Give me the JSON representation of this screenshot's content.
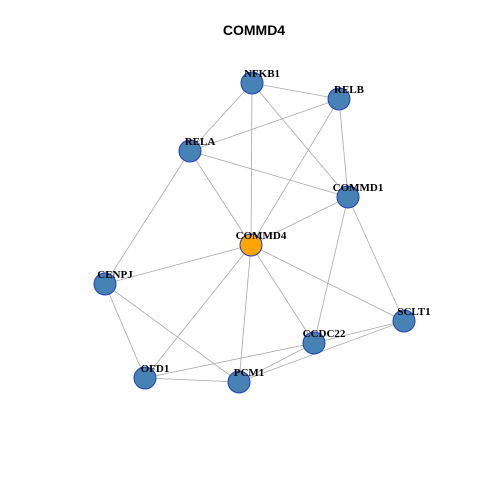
{
  "title": "COMMD4",
  "colors": {
    "center_node": "#FFA500",
    "other_node": "#4682B4",
    "node_border": "#1F3FBF",
    "edge": "#A9A9A9"
  },
  "nodes": [
    {
      "id": "NFKB1",
      "label": "NFKB1",
      "type": "other"
    },
    {
      "id": "RELB",
      "label": "RELB",
      "type": "other"
    },
    {
      "id": "RELA",
      "label": "RELA",
      "type": "other"
    },
    {
      "id": "COMMD1",
      "label": "COMMD1",
      "type": "other"
    },
    {
      "id": "COMMD4",
      "label": "COMMD4",
      "type": "center"
    },
    {
      "id": "CENPJ",
      "label": "CENPJ",
      "type": "other"
    },
    {
      "id": "SCLT1",
      "label": "SCLT1",
      "type": "other"
    },
    {
      "id": "CCDC22",
      "label": "CCDC22",
      "type": "other"
    },
    {
      "id": "OFD1",
      "label": "OFD1",
      "type": "other"
    },
    {
      "id": "PCM1",
      "label": "PCM1",
      "type": "other"
    }
  ],
  "edges": [
    [
      "NFKB1",
      "RELB"
    ],
    [
      "NFKB1",
      "RELA"
    ],
    [
      "NFKB1",
      "COMMD1"
    ],
    [
      "NFKB1",
      "COMMD4"
    ],
    [
      "RELB",
      "RELA"
    ],
    [
      "RELB",
      "COMMD1"
    ],
    [
      "RELB",
      "COMMD4"
    ],
    [
      "RELA",
      "COMMD1"
    ],
    [
      "RELA",
      "COMMD4"
    ],
    [
      "RELA",
      "CENPJ"
    ],
    [
      "COMMD1",
      "COMMD4"
    ],
    [
      "COMMD1",
      "CCDC22"
    ],
    [
      "COMMD1",
      "SCLT1"
    ],
    [
      "COMMD4",
      "CENPJ"
    ],
    [
      "COMMD4",
      "SCLT1"
    ],
    [
      "COMMD4",
      "CCDC22"
    ],
    [
      "COMMD4",
      "OFD1"
    ],
    [
      "COMMD4",
      "PCM1"
    ],
    [
      "CENPJ",
      "OFD1"
    ],
    [
      "CENPJ",
      "PCM1"
    ],
    [
      "SCLT1",
      "CCDC22"
    ],
    [
      "SCLT1",
      "PCM1"
    ],
    [
      "CCDC22",
      "OFD1"
    ],
    [
      "CCDC22",
      "PCM1"
    ],
    [
      "OFD1",
      "PCM1"
    ]
  ]
}
